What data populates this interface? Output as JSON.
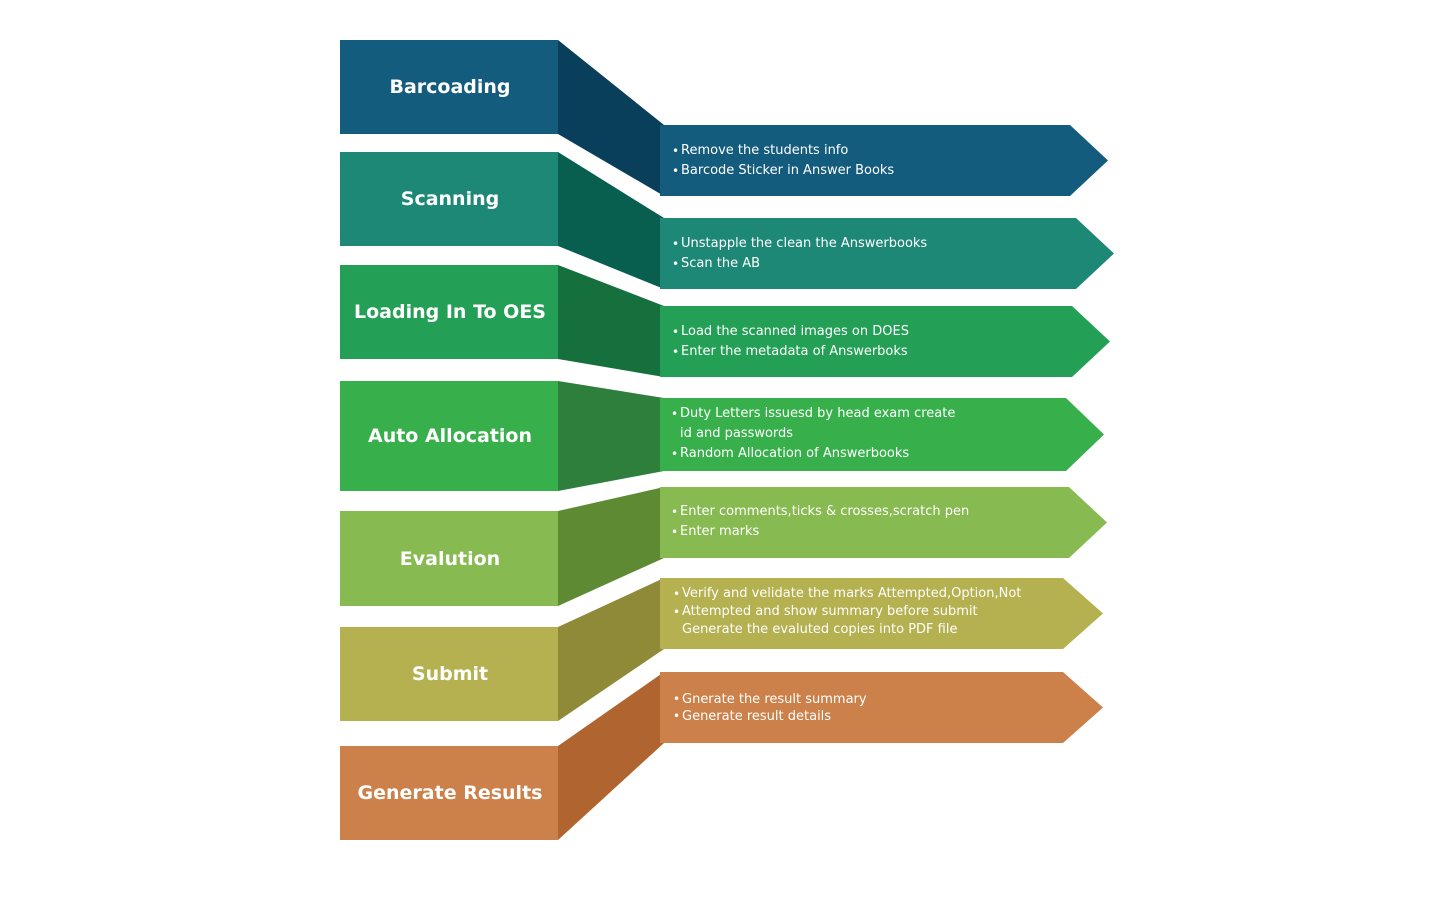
{
  "steps": [
    {
      "title": "Barcoading",
      "color": "#135c7d",
      "side_color": "#0a3f5b",
      "bullets": [
        {
          "text": "Remove the students info",
          "bullet": true
        },
        {
          "text": "Barcode Sticker in Answer Books",
          "bullet": true
        }
      ]
    },
    {
      "title": "Scanning",
      "color": "#1e8877",
      "side_color": "#085f50",
      "bullets": [
        {
          "text": "Unstapple the clean the Answerbooks",
          "bullet": true
        },
        {
          "text": "Scan the AB",
          "bullet": true
        }
      ]
    },
    {
      "title": "Loading In To OES",
      "color": "#23a055",
      "side_color": "#16703e",
      "bullets": [
        {
          "text": "Load the scanned images on DOES",
          "bullet": true
        },
        {
          "text": "Enter the metadata of Answerboks",
          "bullet": true
        }
      ]
    },
    {
      "title": "Auto Allocation",
      "color": "#37b04b",
      "side_color": "#2e7e3c",
      "bullets": [
        {
          "text": "Duty Letters issuesd by head exam create",
          "bullet": true
        },
        {
          "text": "id and passwords",
          "bullet": false
        },
        {
          "text": "Random Allocation of Answerbooks",
          "bullet": true
        }
      ]
    },
    {
      "title": "Evalution",
      "color": "#87ba50",
      "side_color": "#5e8a33",
      "bullets": [
        {
          "text": "Enter comments,ticks & crosses,scratch pen",
          "bullet": true
        },
        {
          "text": "Enter marks",
          "bullet": true
        }
      ]
    },
    {
      "title": "Submit",
      "color": "#b5b050",
      "side_color": "#8e8a38",
      "bullets": [
        {
          "text": "Verify and velidate the marks Attempted,Option,Not",
          "bullet": true
        },
        {
          "text": "Attempted and show summary before submit",
          "bullet": true
        },
        {
          "text": "Generate the evaluted copies into PDF file",
          "bullet": false
        }
      ]
    },
    {
      "title": "Generate Results",
      "color": "#cc804a",
      "side_color": "#b06530",
      "bullets": [
        {
          "text": "Gnerate the result summary",
          "bullet": true
        },
        {
          "text": "Generate result details",
          "bullet": true
        }
      ]
    }
  ]
}
